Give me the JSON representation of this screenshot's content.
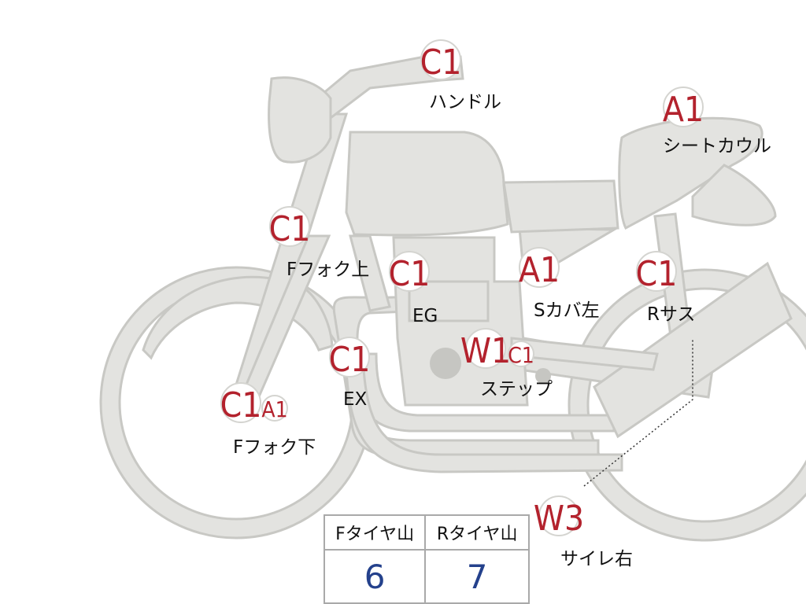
{
  "markers": {
    "handle": {
      "codes": [
        "C1"
      ],
      "label": "ハンドル"
    },
    "seat_cowl": {
      "codes": [
        "A1"
      ],
      "label": "シートカウル"
    },
    "fork_upper": {
      "codes": [
        "C1"
      ],
      "label": "Fフォク上"
    },
    "engine": {
      "codes": [
        "C1"
      ],
      "label": "EG"
    },
    "side_cover": {
      "codes": [
        "A1"
      ],
      "label": "Sカバ左"
    },
    "rear_susp": {
      "codes": [
        "C1"
      ],
      "label": "Rサス"
    },
    "exhaust": {
      "codes": [
        "C1"
      ],
      "label": "EX"
    },
    "step": {
      "codes": [
        "W1",
        "C1"
      ],
      "label": "ステップ"
    },
    "fork_lower": {
      "codes": [
        "C1",
        "A1"
      ],
      "label": "Fフォク下"
    },
    "silencer": {
      "codes": [
        "W3"
      ],
      "label": "サイレ右"
    }
  },
  "tire_table": {
    "headers": [
      "Fタイヤ山",
      "Rタイヤ山"
    ],
    "values": [
      "6",
      "7"
    ]
  },
  "colors": {
    "code_text": "#b3222d",
    "tire_value_text": "#24418c",
    "bike_fill": "#e3e3e0",
    "bike_outline": "#c8c8c4"
  }
}
